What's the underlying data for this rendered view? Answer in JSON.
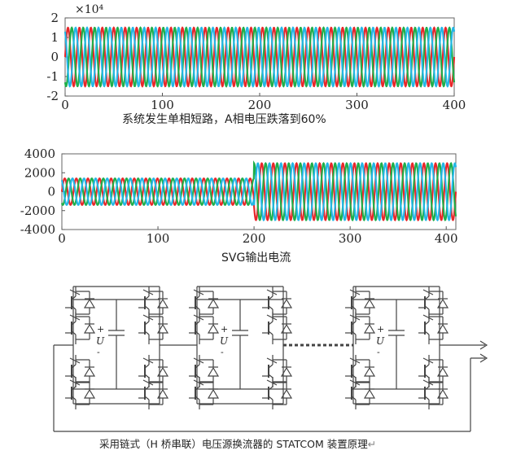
{
  "chart_data": [
    {
      "type": "line",
      "title": "",
      "xlabel": "",
      "ylabel": "",
      "xlim": [
        0,
        400
      ],
      "ylim": [
        -2,
        2
      ],
      "yscale_label": "×10⁴",
      "x_ticks": [
        "0",
        "100",
        "200",
        "300",
        "400"
      ],
      "y_ticks": [
        "2",
        "1",
        "0",
        "-1",
        "-2"
      ],
      "caption": "系统发生单相短路，A相电压跌落到60%",
      "waveform": {
        "cycles": 34,
        "phases": 3,
        "amplitude": 1.5
      },
      "series": [
        {
          "phase": "A",
          "color": "#e8262a",
          "amplitude_before": 1.5,
          "amplitude_after": 1.5
        },
        {
          "phase": "B",
          "color": "#1fae4a",
          "amplitude_before": 1.5,
          "amplitude_after": 1.5
        },
        {
          "phase": "C",
          "color": "#23b6e6",
          "amplitude_before": 1.5,
          "amplitude_after": 1.5
        }
      ]
    },
    {
      "type": "line",
      "title": "",
      "xlabel": "",
      "ylabel": "",
      "xlim": [
        0,
        410
      ],
      "ylim": [
        -4000,
        4000
      ],
      "x_ticks": [
        "0",
        "100",
        "200",
        "300",
        "400"
      ],
      "y_ticks": [
        "4000",
        "2000",
        "0",
        "-2000",
        "-4000"
      ],
      "caption": "SVG输出电流",
      "waveform": {
        "cycles": 34,
        "phases": 3,
        "step_at": 200
      },
      "series": [
        {
          "phase": "A",
          "color": "#e8262a",
          "amplitude_before": 1400,
          "amplitude_after": 3000
        },
        {
          "phase": "B",
          "color": "#1fae4a",
          "amplitude_before": 1400,
          "amplitude_after": 3000
        },
        {
          "phase": "C",
          "color": "#23b6e6",
          "amplitude_before": 1400,
          "amplitude_after": 3000
        }
      ]
    }
  ],
  "diagram": {
    "caption": "采用链式（H 桥串联）电压源换流器的 STATCOM 装置原理",
    "caption_mark": "↵",
    "cap_symbol_plus": "+",
    "cap_symbol_minus": "-",
    "cap_symbol_u": "U",
    "module_count": 3
  }
}
